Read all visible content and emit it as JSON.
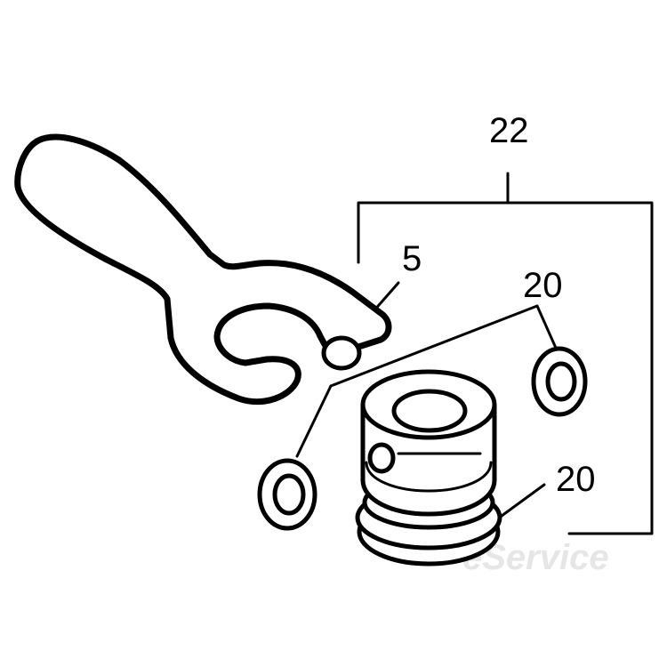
{
  "callouts": {
    "assembly": "22",
    "wrench": "5",
    "seal_upper": "20",
    "seal_lower": "20"
  },
  "watermark": "eService"
}
